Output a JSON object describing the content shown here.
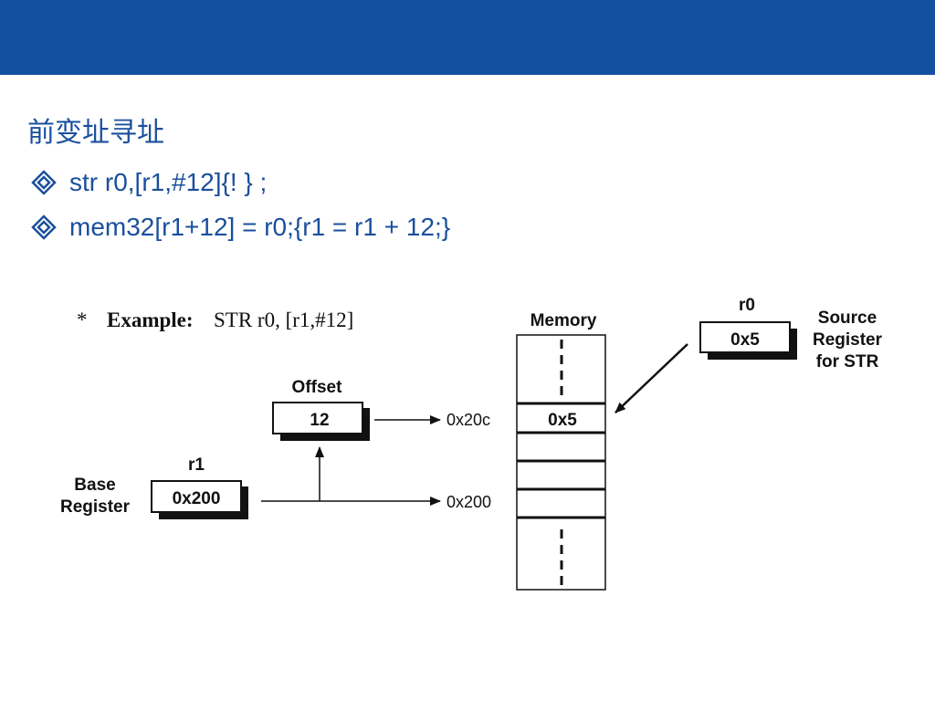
{
  "slide": {
    "title": "前变址寻址",
    "bullets": [
      "str r0,[r1,#12]{! } ;",
      "mem32[r1+12] = r0;{r1 = r1 + 12;}"
    ]
  },
  "diagram": {
    "example_star": "*",
    "example_label": "Example:",
    "example_code": "STR r0, [r1,#12]",
    "offset_caption": "Offset",
    "offset_value": "12",
    "r1_caption": "r1",
    "r1_value": "0x200",
    "base_register_line1": "Base",
    "base_register_line2": "Register",
    "r0_caption": "r0",
    "r0_value": "0x5",
    "source_line1": "Source",
    "source_line2": "Register",
    "source_line3": "for STR",
    "memory_caption": "Memory",
    "memory_cell_value": "0x5",
    "address_upper": "0x20c",
    "address_lower": "0x200"
  },
  "colors": {
    "header_bar": "#1450a0",
    "title_text": "#1a4f9c"
  }
}
